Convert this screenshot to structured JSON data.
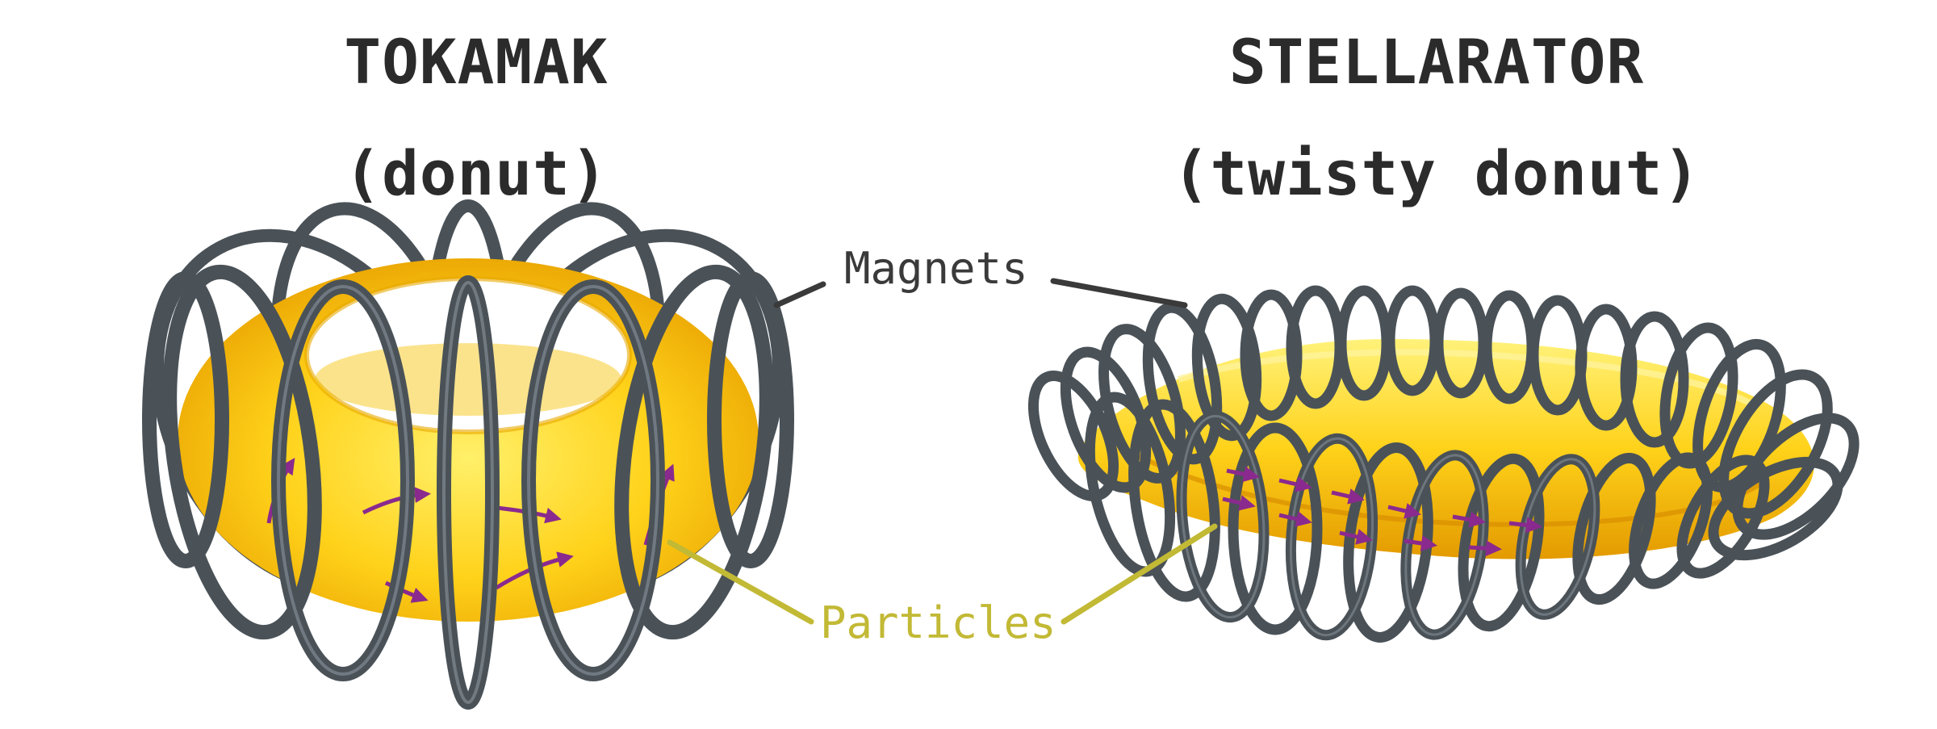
{
  "tokamak": {
    "title": "TOKAMAK",
    "subtitle": "(donut)"
  },
  "stellarator": {
    "title": "STELLARATOR",
    "subtitle": "(twisty donut)"
  },
  "labels": {
    "magnets": "Magnets",
    "particles": "Particles"
  },
  "colors": {
    "title_text": "#2b2b2b",
    "magnets": "#3a3a3a",
    "coil": "#4a5258",
    "coil_highlight": "#8b959c",
    "plasma": "#ffd21a",
    "plasma_shadow": "#e8a800",
    "particles": "#c2b935",
    "arrow": "#8a2a8e"
  }
}
